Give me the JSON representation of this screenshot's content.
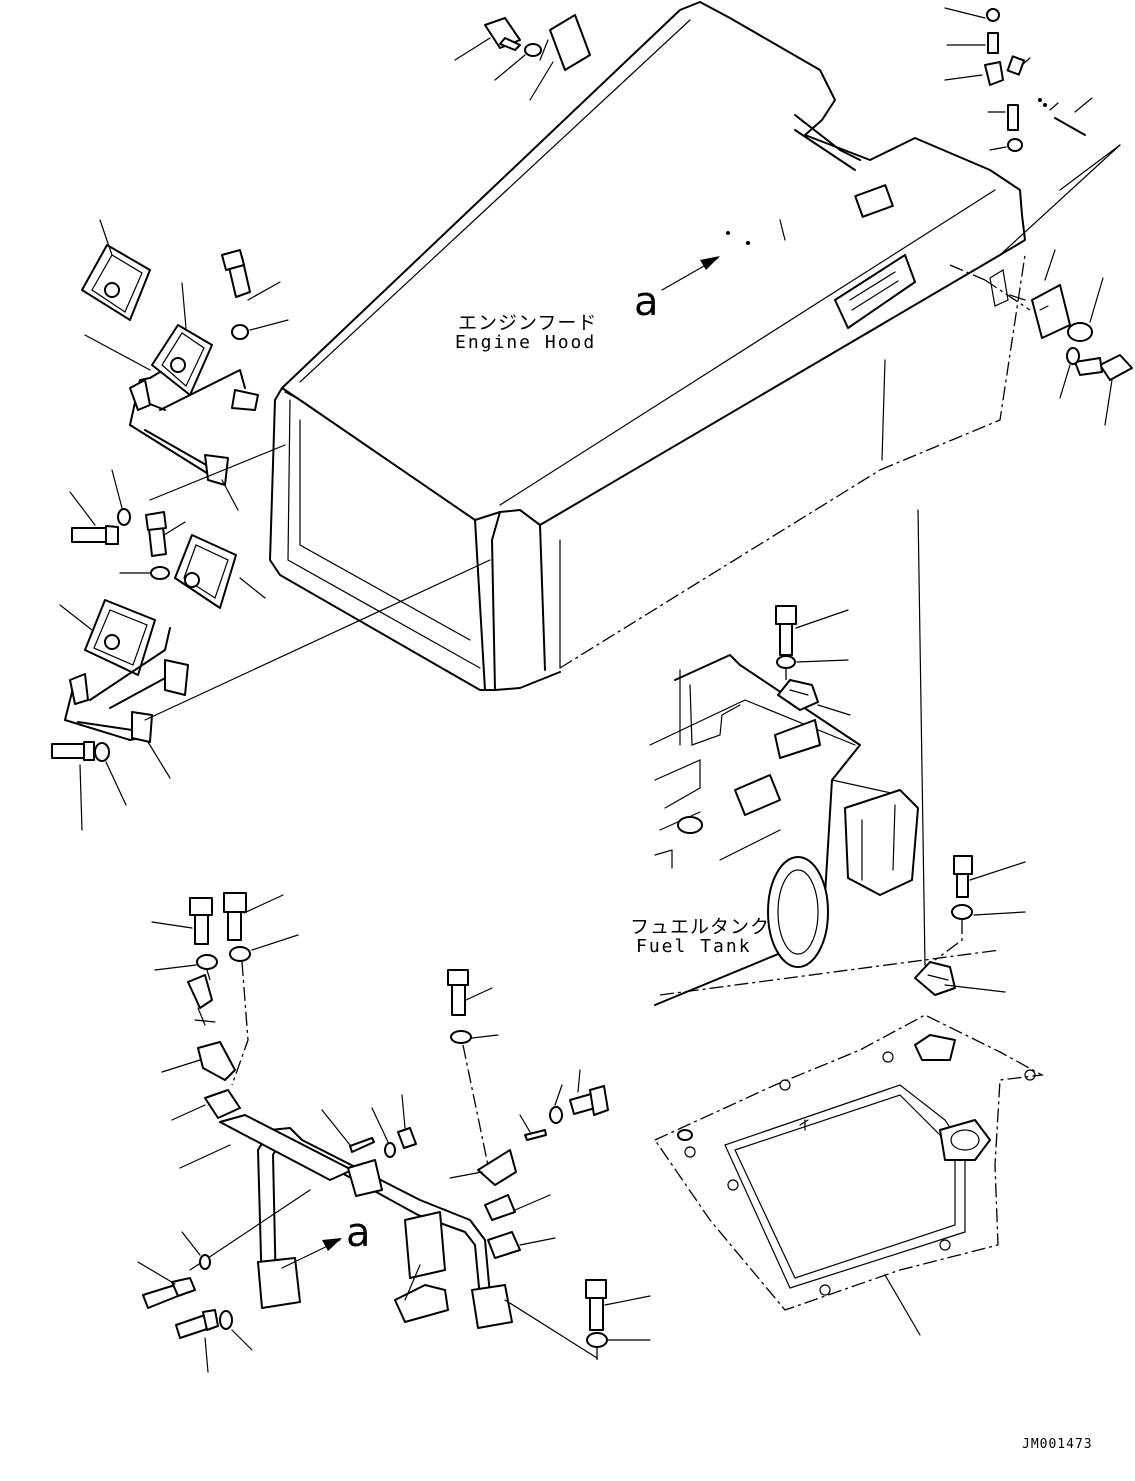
{
  "labels": {
    "engine_hood_jp": "エンジンフード",
    "engine_hood_en": "Engine Hood",
    "fuel_tank_jp": "フュエルタンク",
    "fuel_tank_en": "Fuel Tank",
    "view_ref_upper": "a",
    "view_ref_lower": "a",
    "drawing_code": "JM001473"
  },
  "colors": {
    "line": "#000000",
    "background": "#ffffff"
  }
}
